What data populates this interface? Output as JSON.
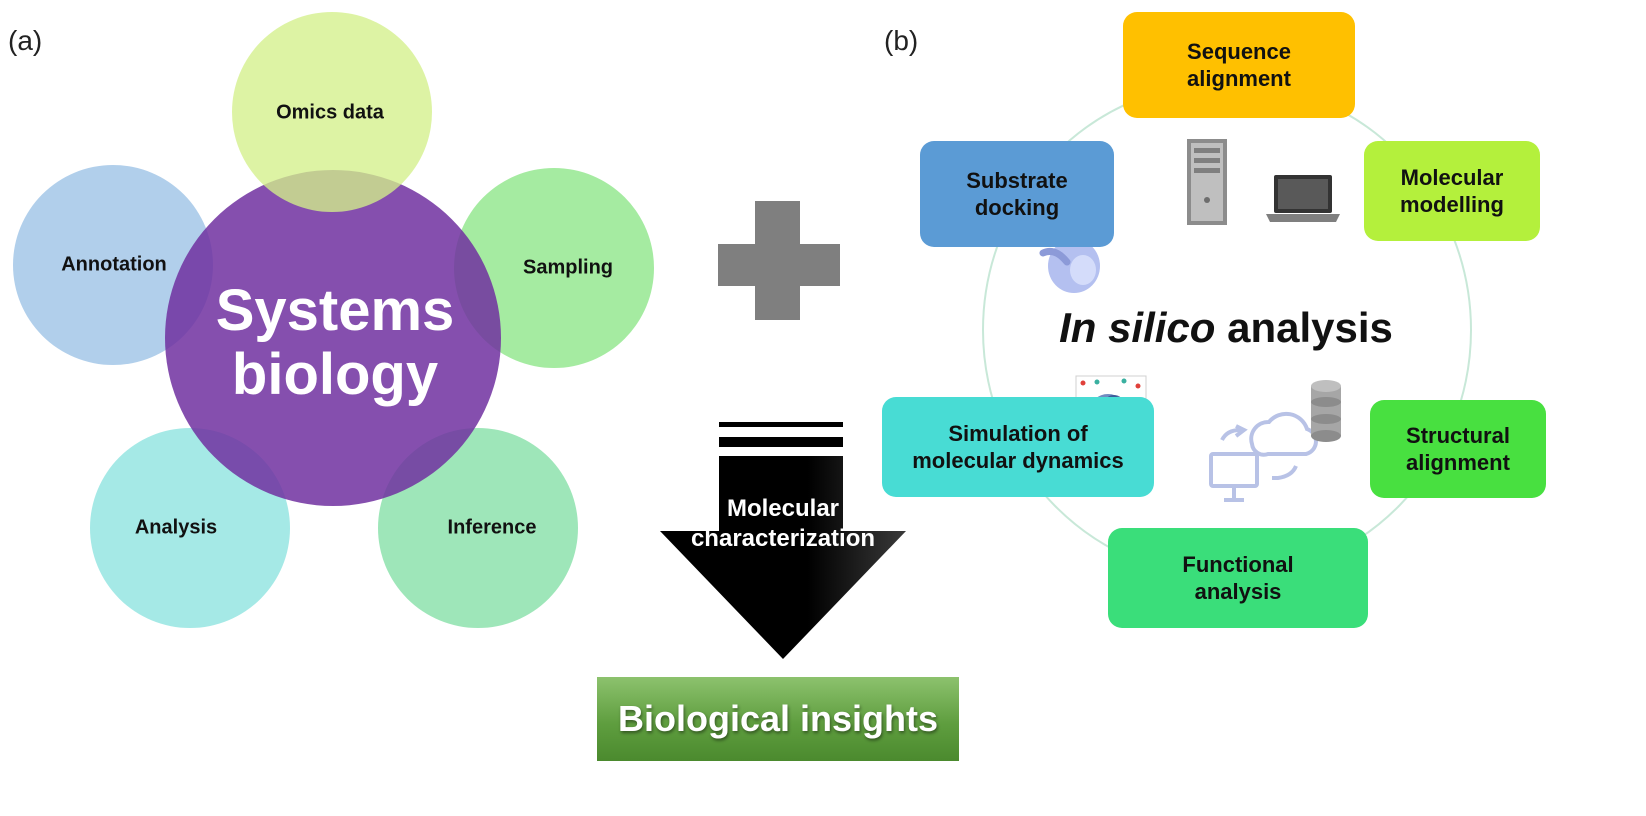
{
  "panel_a": {
    "label": "(a)",
    "center": {
      "line1": "Systems",
      "line2": "biology",
      "color": "#7030a0"
    },
    "satellites": [
      {
        "name": "omics",
        "label": "Omics data",
        "color": "#d4f08a"
      },
      {
        "name": "sampling",
        "label": "Sampling",
        "color": "#8fe68a"
      },
      {
        "name": "inference",
        "label": "Inference",
        "color": "#86e0a8"
      },
      {
        "name": "analysis",
        "label": "Analysis",
        "color": "#8ee3e0"
      },
      {
        "name": "annotation",
        "label": "Annotation",
        "color": "#9dc3e6"
      }
    ]
  },
  "middle": {
    "plus_color": "#7f7f7f",
    "arrow_line1": "Molecular",
    "arrow_line2": "characterization",
    "result": "Biological insights"
  },
  "panel_b": {
    "label": "(b)",
    "center_italic": "In silico",
    "center_rest": " analysis",
    "boxes": [
      {
        "name": "sequence-alignment",
        "line1": "Sequence",
        "line2": "alignment",
        "color": "#ffc000"
      },
      {
        "name": "molecular-modelling",
        "line1": "Molecular",
        "line2": "modelling",
        "color": "#b4f03c"
      },
      {
        "name": "structural-alignment",
        "line1": "Structural",
        "line2": "alignment",
        "color": "#48e040"
      },
      {
        "name": "functional-analysis",
        "line1": "Functional",
        "line2": "analysis",
        "color": "#3ade7a"
      },
      {
        "name": "simulation-md",
        "line1": "Simulation of",
        "line2": "molecular dynamics",
        "color": "#48dcd4"
      },
      {
        "name": "substrate-docking",
        "line1": "Substrate",
        "line2": "docking",
        "color": "#5b9bd5"
      }
    ],
    "icons": [
      "server-tower-icon",
      "laptop-icon",
      "protein-icon",
      "molecule-snapshot-icon",
      "cloud-sync-icon",
      "database-icon"
    ]
  }
}
